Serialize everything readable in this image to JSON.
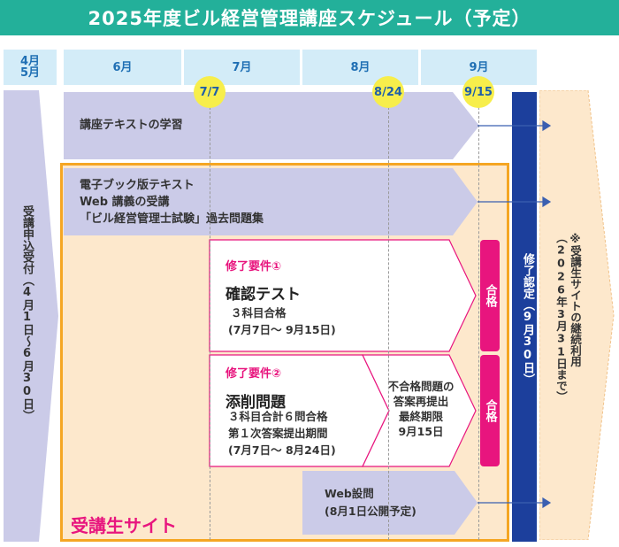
{
  "title": "2025年度ビル経営管理講座スケジュール（予定）",
  "months": [
    "4月\n5月",
    "6月",
    "7月",
    "8月",
    "9月"
  ],
  "dates": [
    "7/7",
    "8/24",
    "9/15"
  ],
  "reception": "受講申込受付（4月1日～6月30日）",
  "study": "講座テキストの学習",
  "ebook": {
    "line1": "電子ブック版テキスト",
    "line2": "Web 講義の受講",
    "line3": "「ビル経営管理士試験」過去問題集"
  },
  "req1": {
    "label": "修了要件①",
    "title": "確認テスト",
    "line1": "３科目合格",
    "line2": "(7月7日～ 9月15日)"
  },
  "req2": {
    "label": "修了要件②",
    "title": "添削問題",
    "line1": "３科目合計６問合格",
    "line2": "第１次答案提出期間",
    "line3": "(7月7日～ 8月24日)",
    "resubmit1": "不合格問題の",
    "resubmit2": "答案再提出",
    "resubmit3": "最終期限",
    "resubmit4": "9月15日"
  },
  "pass": "合格",
  "webq": {
    "line1": "Web設問",
    "line2": "(8月1日公開予定)"
  },
  "site_label": "受講生サイト",
  "completion": "修了認定（9月30日）",
  "continued": "※受講生サイトの継続利用（2026年3月31日まで）",
  "colors": {
    "header_bg": "#23b09a",
    "month_bg": "#d3ecf8",
    "arrow_bg": "#cbcbe8",
    "site_bg": "#fde8cc",
    "site_border": "#f5a623",
    "pink": "#e8157e",
    "navy": "#1c3f9c"
  }
}
